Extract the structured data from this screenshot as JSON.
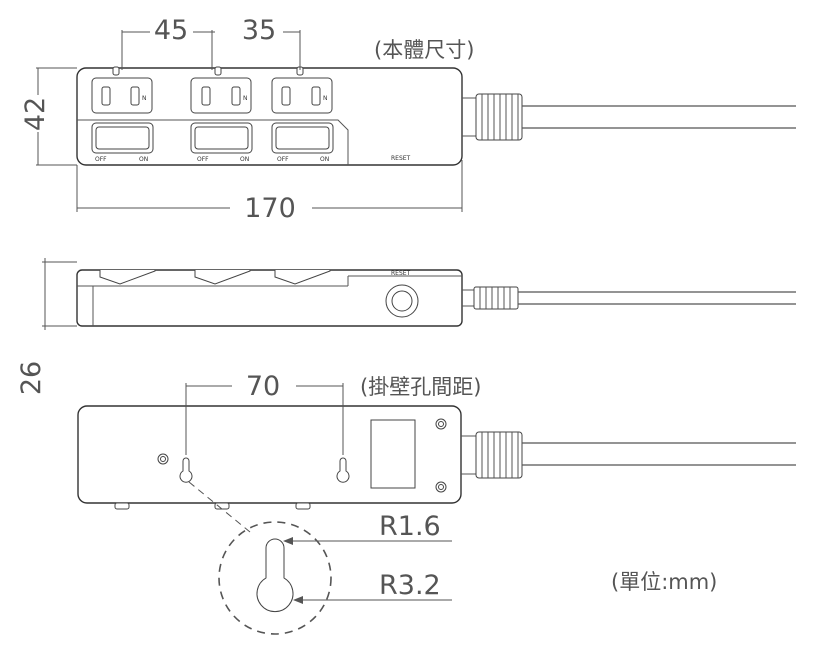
{
  "top_view": {
    "dim_socket_spacing_1": "45",
    "dim_socket_spacing_2": "35",
    "dim_height": "42",
    "dim_length": "170",
    "caption": "(本體尺寸)",
    "socket_mark": "N",
    "switch_off": "OFF",
    "switch_on": "ON",
    "reset_label": "RESET"
  },
  "side_view": {
    "dim_thickness": "26",
    "reset_label": "RESET"
  },
  "bottom_view": {
    "dim_hole_spacing": "70",
    "caption": "(掛壁孔間距)",
    "radius_small": "R1.6",
    "radius_large": "R3.2"
  },
  "unit_note": "(單位:mm)"
}
